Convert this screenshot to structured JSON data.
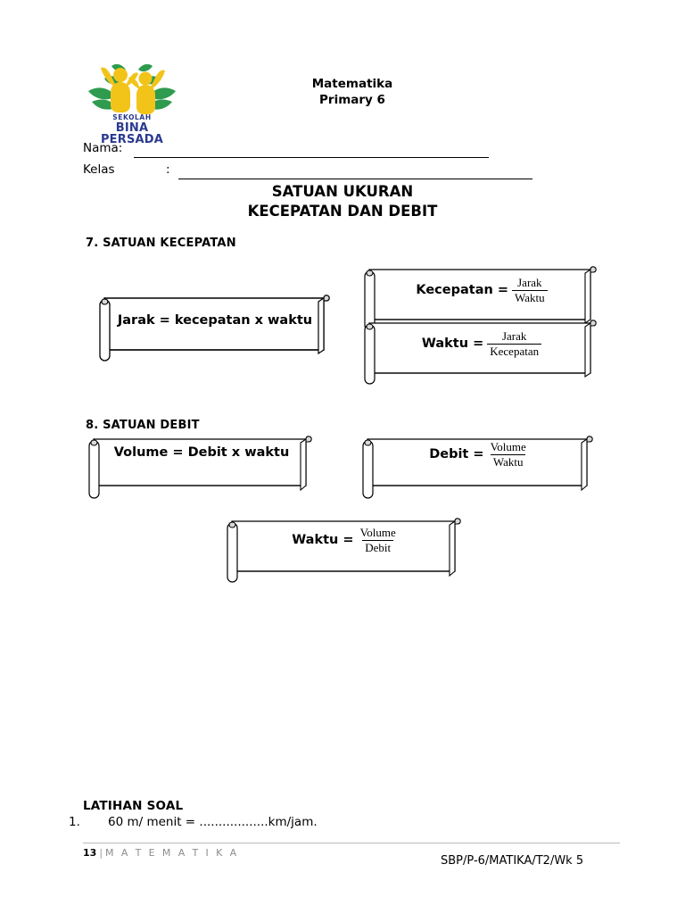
{
  "header": {
    "logo": {
      "school_small": "SEKOLAH",
      "school_name": "BINA PERSADA",
      "colors": {
        "figure": "#F2C41A",
        "leaf": "#2E9B4E",
        "text": "#2b3a8f"
      }
    },
    "subject": "Matematika",
    "level": "Primary 6"
  },
  "fields": {
    "name_label": "Nama:",
    "class_label": "Kelas",
    "class_colon": ":"
  },
  "title": {
    "line1": "SATUAN UKURAN",
    "line2": "KECEPATAN DAN DEBIT"
  },
  "sections": [
    {
      "heading": "7. SATUAN KECEPATAN"
    },
    {
      "heading": "8. SATUAN DEBIT"
    }
  ],
  "formulas": [
    {
      "id": "jarak",
      "text": "Jarak = kecepatan x waktu",
      "lhs": "",
      "numerator": "",
      "denominator": ""
    },
    {
      "id": "kecepatan",
      "text": "",
      "lhs": "Kecepatan =",
      "numerator": "Jarak",
      "denominator": "Waktu"
    },
    {
      "id": "waktu-kecepatan",
      "text": "",
      "lhs": "Waktu =",
      "numerator": "Jarak",
      "denominator": "Kecepatan"
    },
    {
      "id": "volume",
      "text": "Volume = Debit x waktu",
      "lhs": "",
      "numerator": "",
      "denominator": ""
    },
    {
      "id": "debit",
      "text": "",
      "lhs": "Debit  =",
      "numerator": "Volume",
      "denominator": "Waktu"
    },
    {
      "id": "waktu-debit",
      "text": "",
      "lhs": "Waktu =",
      "numerator": "Volume",
      "denominator": "Debit"
    }
  ],
  "exercise": {
    "title": "LATIHAN SOAL",
    "items": [
      {
        "number": "1.",
        "text": "60 m/ menit = ..................km/jam."
      }
    ]
  },
  "footer": {
    "page": "13",
    "separator": "|",
    "subject": "M A T E M A T I K A",
    "code": "SBP/P-6/MATIKA/T2/Wk 5"
  }
}
